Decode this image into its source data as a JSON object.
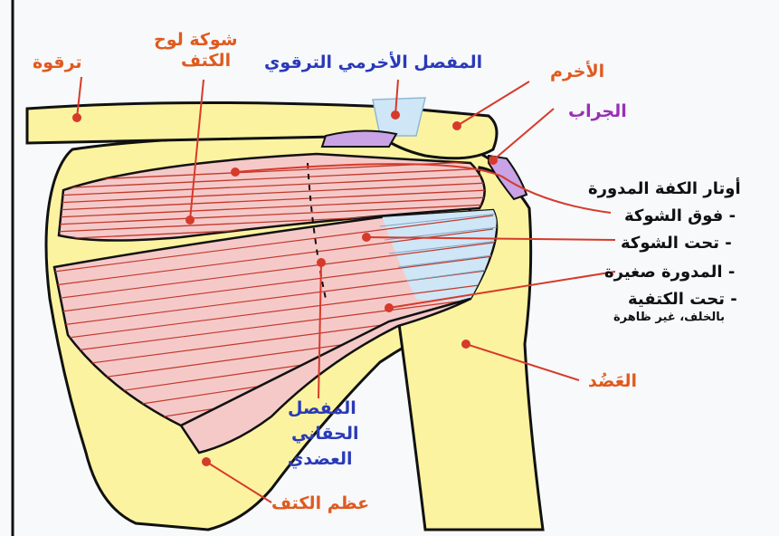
{
  "labels": {
    "clavicle": "ترقوة",
    "scapula_spine_1": "شوكة لوح",
    "scapula_spine_2": "الكتف",
    "ac_joint": "المفصل الأخرمي الترقوي",
    "acromion": "الأخرم",
    "bursa": "الجراب",
    "rotator_title": "أوتار الكفة المدورة",
    "supraspinatus": "- فوق الشوكة",
    "infraspinatus": "- تحت الشوكة",
    "teres_minor": "- المدورة صغيرة",
    "subscapularis": "- تحت الكتفية",
    "subscapularis_note": "بالخلف، غير ظاهرة",
    "humerus": "العَضُد",
    "gh_joint_1": "المفصل",
    "gh_joint_2": "الحقاني",
    "gh_joint_3": "العضدي",
    "scapula": "عظم الكتف"
  },
  "colors": {
    "bone": "#fbf3a0",
    "muscle": "#f6c9c9",
    "tendon": "#cfe6f6",
    "bursa": "#c9a3e6",
    "orange_text": "#e05a1e",
    "blue_text": "#2a3ab8",
    "purple_text": "#9a2fb5",
    "leader_line": "#d63a2a"
  }
}
